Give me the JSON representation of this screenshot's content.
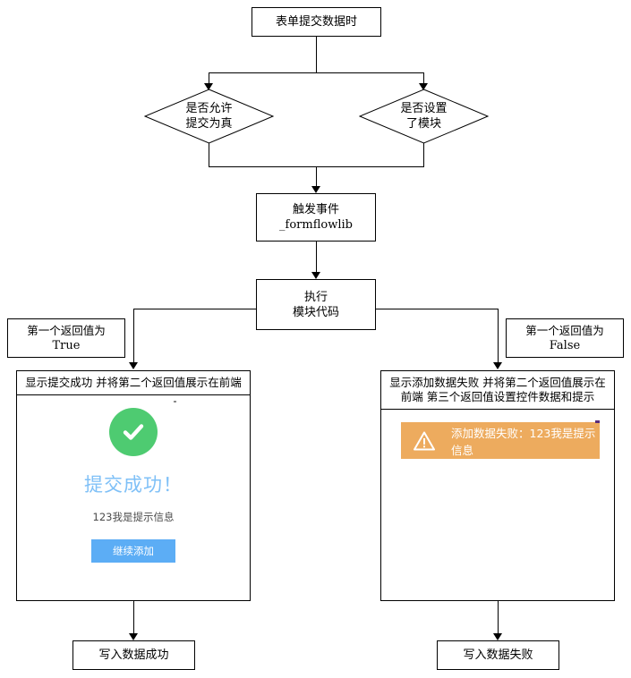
{
  "diagram": {
    "title": "表单提交数据时",
    "type": "flowchart",
    "nodes": {
      "start": {
        "label": "表单提交数据时"
      },
      "decision_allow": {
        "line1": "是否允许",
        "line2": "提交为真"
      },
      "decision_module": {
        "line1": "是否设置",
        "line2": "了模块"
      },
      "trigger_event": {
        "line1": "触发事件",
        "line2": "_formflowlib"
      },
      "run_module": {
        "line1": "执行",
        "line2": "模块代码"
      },
      "end_success": {
        "label": "写入数据成功"
      },
      "end_failure": {
        "label": "写入数据失败"
      }
    },
    "edge_labels": {
      "true_branch": {
        "line1": "第一个返回值为",
        "line2": "True"
      },
      "false_branch": {
        "line1": "第一个返回值为",
        "line2": "False"
      }
    },
    "panels": {
      "success": {
        "header_line1": "显示提交成功",
        "header_line2": "并将第二个返回值展示在前端",
        "icon": "check-circle-icon",
        "title": "提交成功！",
        "message": "123我是提示信息",
        "button_label": "继续添加",
        "colors": {
          "check_green": "#4ECB71",
          "title_blue": "#7FC0F7",
          "button_blue": "#5CADF5"
        }
      },
      "failure": {
        "header_line1": "显示添加数据失败",
        "header_line2": "并将第二个返回值展示在前端",
        "header_line3": "第三个返回值设置控件数据和提示",
        "alert_icon": "warning-triangle-icon",
        "alert_text": "添加数据失败：123我是提示信息",
        "colors": {
          "alert_orange": "#EDAB5E",
          "alert_text": "#FFFFFF"
        }
      }
    },
    "colors": {
      "stroke": "#000000",
      "background": "#FFFFFF"
    }
  }
}
